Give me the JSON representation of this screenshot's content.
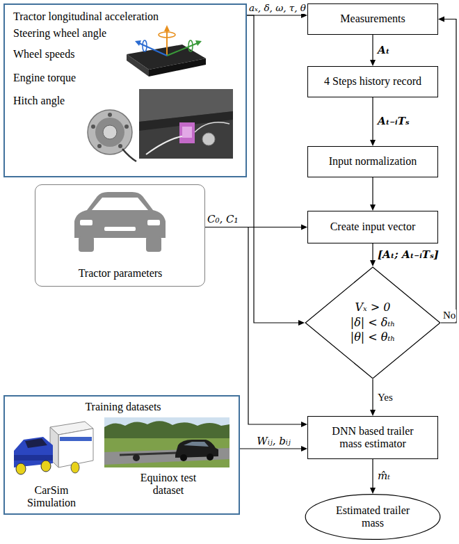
{
  "diagram": {
    "nodes": [
      {
        "text": [
          "Tractor longitudinal acceleration",
          "Steering wheel angle",
          "Wheel speeds",
          "Engine torque",
          "Hitch angle"
        ]
      },
      {
        "text": [
          "Measurements"
        ]
      },
      {
        "text": [
          "4 Steps history record"
        ]
      },
      {
        "text": [
          "Input normalization"
        ]
      },
      {
        "text": [
          "Create input vector"
        ]
      },
      {
        "text": [
          "Tractor parameters"
        ]
      },
      {
        "text": [
          "Vₓ > 0",
          "|δ| < δₜₕ",
          "|θ| < θₜₕ"
        ]
      },
      {
        "text": [
          "Training datasets",
          "CarSim Simulation",
          "Equinox test dataset"
        ]
      },
      {
        "text": [
          "DNN based trailer mass estimator"
        ]
      },
      {
        "text": [
          "Estimated trailer mass"
        ]
      }
    ],
    "edges": [
      {
        "from": 0,
        "to": 1,
        "arrow": "to",
        "label": "aₓ, δ, ω, τ, θ"
      },
      {
        "from": 1,
        "to": 2,
        "arrow": "to",
        "label": "Aₜ"
      },
      {
        "from": 2,
        "to": 3,
        "arrow": "to",
        "label": "Aₜ₋ᵢTₛ"
      },
      {
        "from": 3,
        "to": 4,
        "arrow": "to"
      },
      {
        "from": 5,
        "to": 4,
        "arrow": "to",
        "label": "C₀, C₁"
      },
      {
        "from": 0,
        "to": 6,
        "arrow": "to"
      },
      {
        "from": 4,
        "to": 6,
        "arrow": "to",
        "label": "[Aₜ; Aₜ₋ᵢTₛ]"
      },
      {
        "from": 6,
        "to": 1,
        "arrow": "to",
        "label": "No"
      },
      {
        "from": 6,
        "to": 8,
        "arrow": "to",
        "label": "Yes"
      },
      {
        "from": 5,
        "to": 8,
        "arrow": "to"
      },
      {
        "from": 7,
        "to": 8,
        "arrow": "to",
        "label": "Wᵢⱼ, bᵢⱼ"
      },
      {
        "from": 8,
        "to": 9,
        "arrow": "to",
        "label": "m̂ₜ"
      }
    ]
  }
}
